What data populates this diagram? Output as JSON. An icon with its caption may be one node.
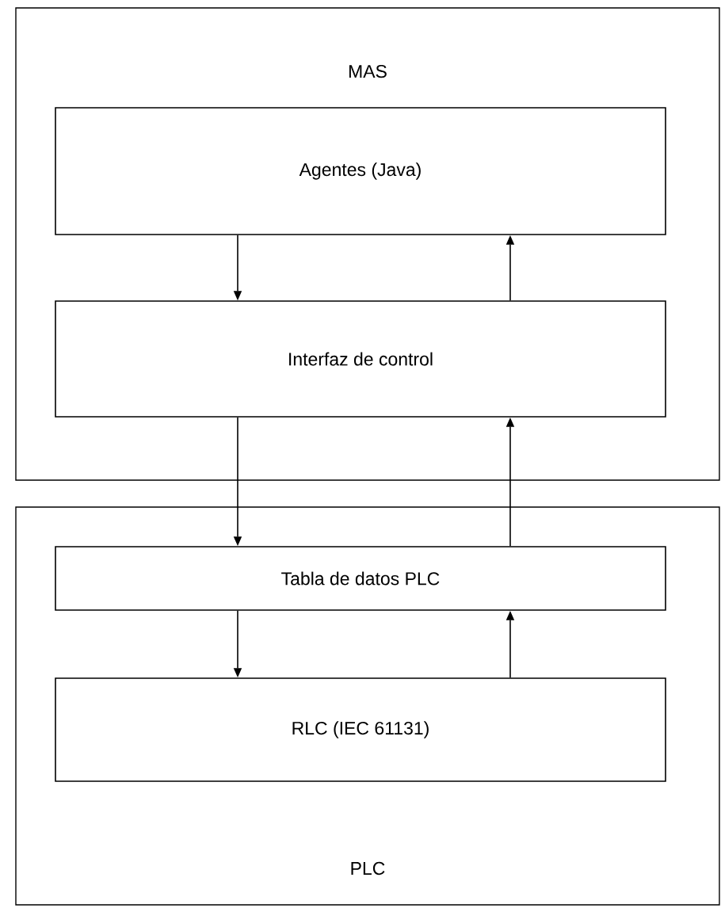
{
  "diagram": {
    "nodes": [
      {
        "text": [
          "MAS"
        ]
      },
      {
        "text": [
          "Agentes (Java)"
        ],
        "in": 0
      },
      {
        "text": [
          "Interfaz de control"
        ],
        "in": 0
      },
      {
        "text": [
          "PLC"
        ]
      },
      {
        "text": [
          "Tabla de datos PLC"
        ],
        "in": 3
      },
      {
        "text": [
          "RLC (IEC 61131)"
        ],
        "in": 3
      }
    ],
    "edges": [
      {
        "from": 1,
        "to": 2,
        "arrow": "to"
      },
      {
        "from": 2,
        "to": 1,
        "arrow": "to"
      },
      {
        "from": 2,
        "to": 4,
        "arrow": "to"
      },
      {
        "from": 4,
        "to": 2,
        "arrow": "to"
      },
      {
        "from": 4,
        "to": 5,
        "arrow": "to"
      },
      {
        "from": 5,
        "to": 4,
        "arrow": "to"
      }
    ]
  }
}
